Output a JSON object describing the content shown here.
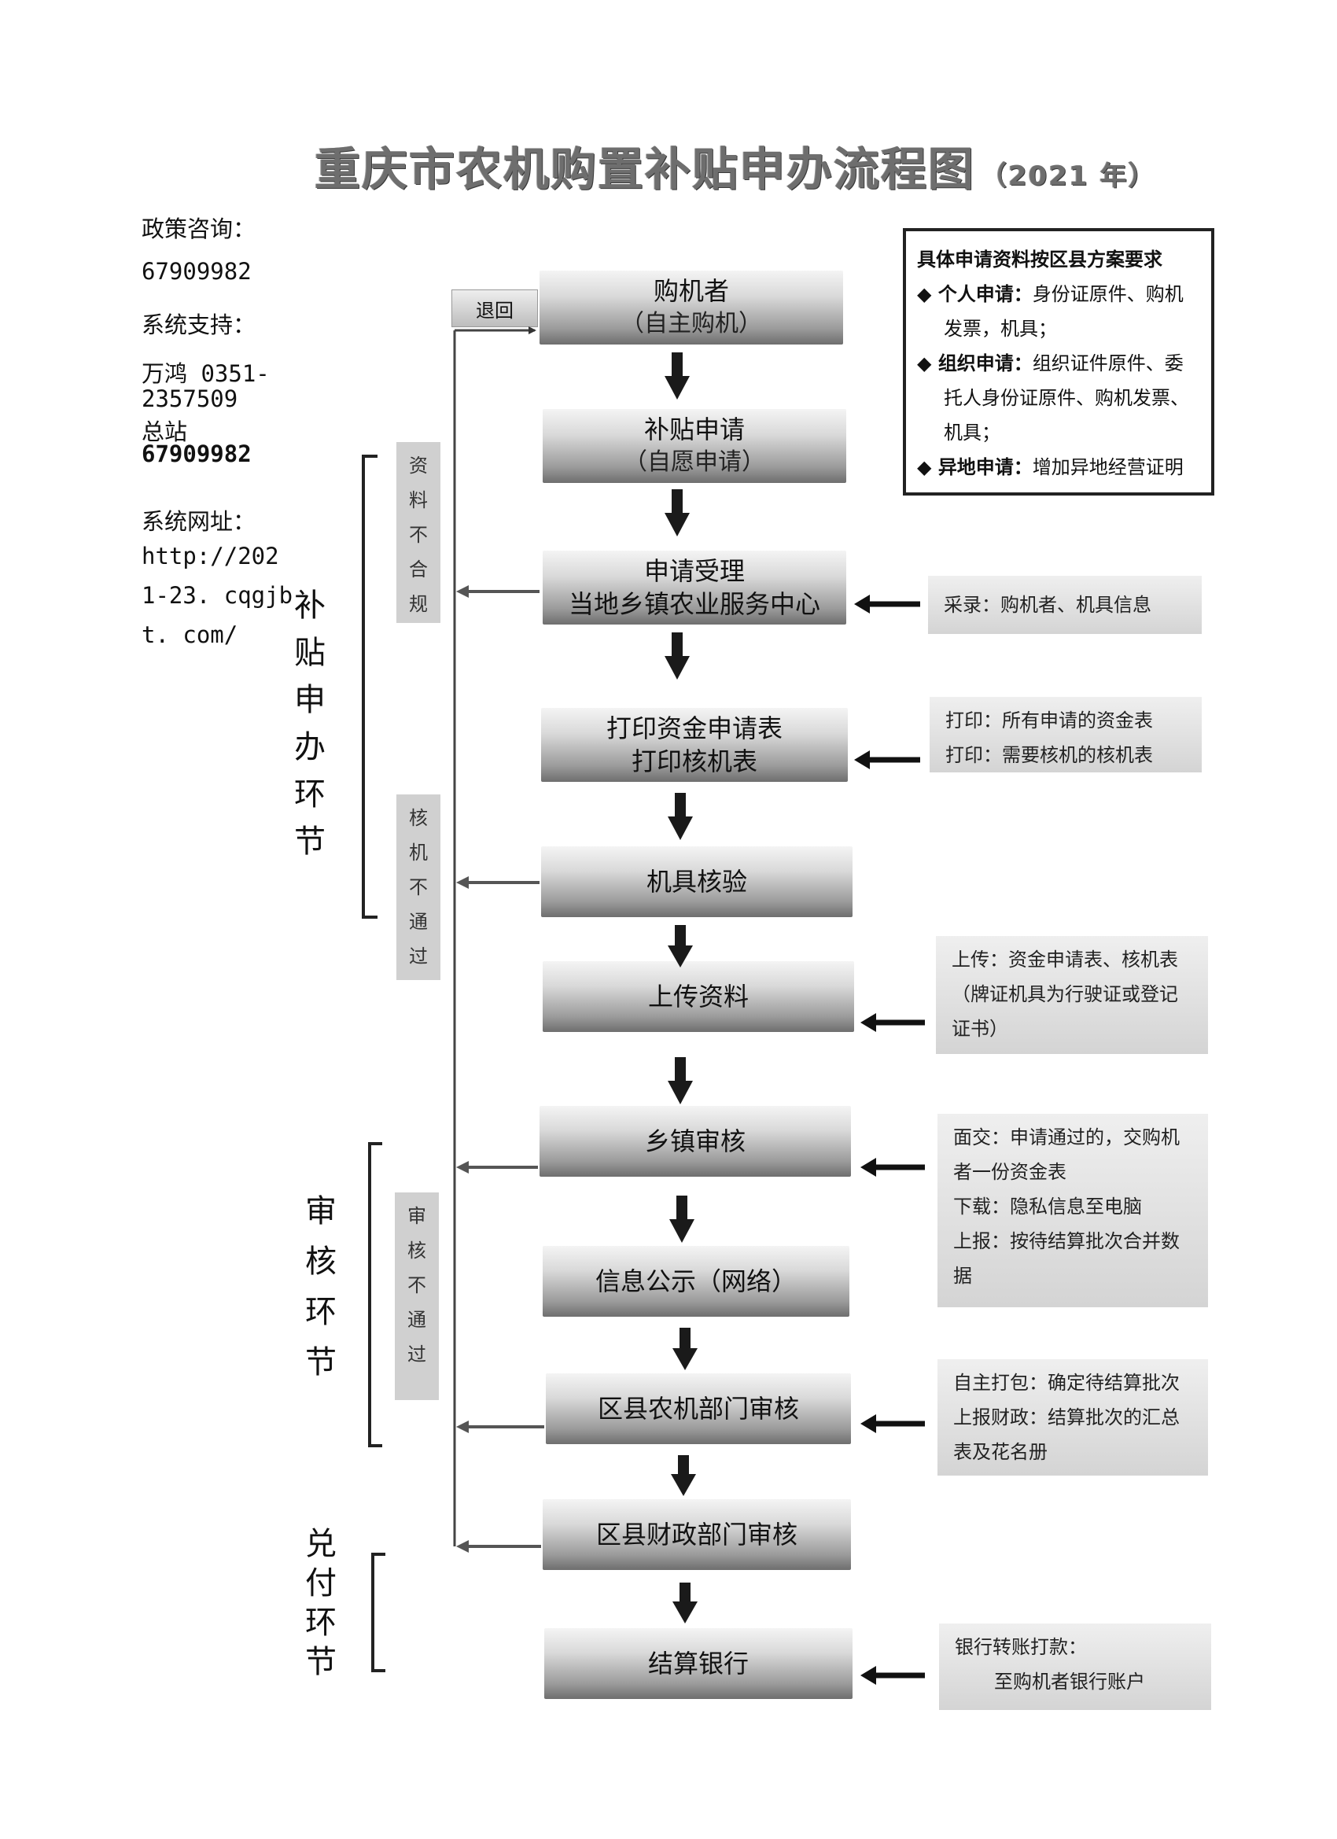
{
  "title": {
    "main": "重庆市农机购置补贴申办流程图",
    "year": "（2021 年）"
  },
  "contact": {
    "policy_label": "政策咨询：",
    "policy_phone": "67909982",
    "support_label": "系统支持：",
    "support_line1": "万鸿 0351-",
    "support_line2": "2357509",
    "support_line3": "总站",
    "support_phone2": "67909982",
    "site_label": "系统网址：",
    "site_line1": "http://202",
    "site_line2": "1-23. cqgjb",
    "site_line3": "t. com/"
  },
  "requirements": {
    "header": "具体申请资料按区县方案要求",
    "personal_label": "◆ 个人申请：",
    "personal_text1": "身份证原件、购机",
    "personal_text2": "发票，机具；",
    "org_label": "◆ 组织申请：",
    "org_text1": "组织证件原件、委",
    "org_text2": "托人身份证原件、购机发票、",
    "org_text3": "机具；",
    "remote_label": "◆ 异地申请：",
    "remote_text": "增加异地经营证明"
  },
  "return_label": "退回",
  "steps": [
    {
      "line1": "购机者",
      "line2": "（自主购机）"
    },
    {
      "line1": "补贴申请",
      "line2": "（自愿申请）"
    },
    {
      "line1": "申请受理",
      "line2": "当地乡镇农业服务中心"
    },
    {
      "line1": "打印资金申请表",
      "line2": "打印核机表"
    },
    {
      "line1": "机具核验",
      "line2": ""
    },
    {
      "line1": "上传资料",
      "line2": ""
    },
    {
      "line1": "乡镇审核",
      "line2": ""
    },
    {
      "line1": "信息公示（网络）",
      "line2": ""
    },
    {
      "line1": "区县农机部门审核",
      "line2": ""
    },
    {
      "line1": "区县财政部门审核",
      "line2": ""
    },
    {
      "line1": "结算银行",
      "line2": ""
    }
  ],
  "notes": {
    "record": "采录：购机者、机具信息",
    "print1": "打印：所有申请的资金表",
    "print2": "打印：需要核机的核机表",
    "upload1": "上传：资金申请表、核机表",
    "upload2": "（牌证机具为行驶证或登记",
    "upload3": "证书）",
    "town1": "面交：申请通过的，交购机",
    "town2": "者一份资金表",
    "town3": "下载：隐私信息至电脑",
    "town4": "上报：按待结算批次合并数",
    "town5": "据",
    "county1": "自主打包：确定待结算批次",
    "county2": "上报财政：结算批次的汇总",
    "county3": "表及花名册",
    "bank1": "银行转账打款：",
    "bank2": "至购机者银行账户"
  },
  "reject_boxes": {
    "docs": [
      "资",
      "料",
      "不",
      "合",
      "规"
    ],
    "inspect": [
      "核",
      "机",
      "不",
      "通",
      "过"
    ],
    "review": [
      "审",
      "核",
      "不",
      "通",
      "过"
    ]
  },
  "phases": {
    "apply": [
      "补",
      "贴",
      "申",
      "办",
      "环",
      "节"
    ],
    "review": [
      "审",
      "核",
      "环",
      "节"
    ],
    "pay": [
      "兑",
      "付",
      "环",
      "节"
    ]
  }
}
